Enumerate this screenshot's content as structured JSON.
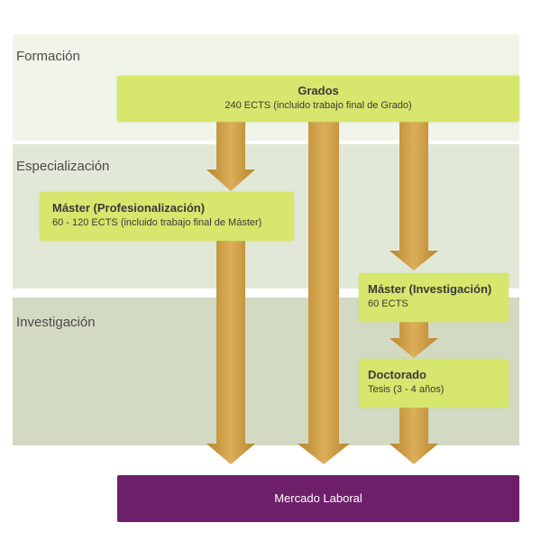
{
  "bands": {
    "formacion": "Formación",
    "especializacion": "Especialización",
    "investigacion": "Investigación"
  },
  "grados": {
    "title": "Grados",
    "subtitle": "240 ECTS (incluido trabajo final de Grado)"
  },
  "master_profesionalizacion": {
    "title": "Máster (Profesionalización)",
    "subtitle": "60 - 120 ECTS (incluido trabajo final de Máster)"
  },
  "master_investigacion": {
    "title": "Máster (Investigación)",
    "subtitle": "60 ECTS"
  },
  "doctorado": {
    "title": "Doctorado",
    "subtitle": "Tesis (3 - 4 años)"
  },
  "mercado": {
    "label": "Mercado Laboral"
  },
  "colors": {
    "box_fill": "#d7e66c",
    "arrow": "#c99a3e",
    "mercado_fill": "#6d1f6a",
    "band_formacion": "#f1f4e9",
    "band_especializacion": "#e2e8d8",
    "band_investigacion": "#d2dac3"
  }
}
